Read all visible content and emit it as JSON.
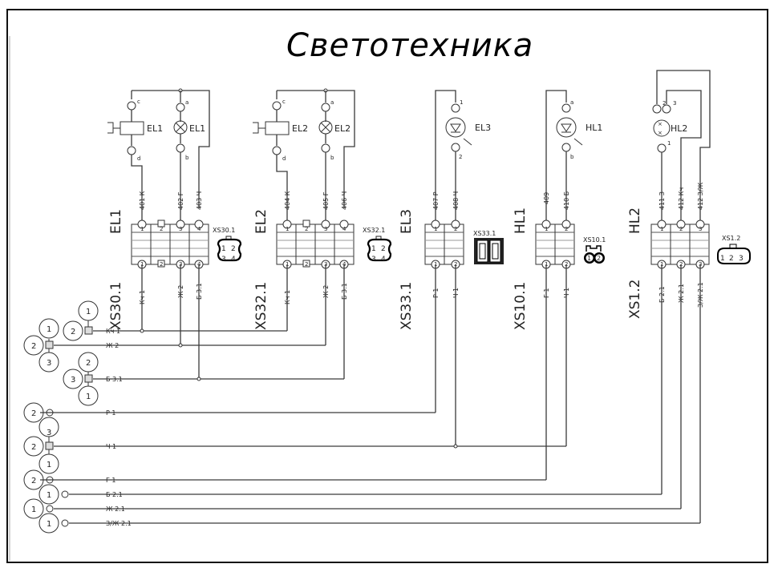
{
  "title": "Светотехника",
  "groups": [
    {
      "id": "EL1",
      "side_label": "EL1",
      "bottom_label": "XS30.1",
      "connector_label": "XS30.1",
      "connector_pins": [
        "1",
        "2",
        "3",
        "4"
      ],
      "pins_top": [
        "1",
        "2",
        "3",
        "4"
      ],
      "pins_bottom": [
        "1",
        "2",
        "3",
        "4"
      ],
      "relay_label": "EL1",
      "lamp_label": "EL1",
      "relay_terminals": [
        "c",
        "d"
      ],
      "lamp_terminals": [
        "a",
        "b"
      ],
      "wires_top": [
        "401 К",
        "402 Г",
        "403 Ч"
      ],
      "wires_bottom": [
        "Кч 1",
        "Ж 2",
        "Б 3.1"
      ]
    },
    {
      "id": "EL2",
      "side_label": "EL2",
      "bottom_label": "XS32.1",
      "connector_label": "XS32.1",
      "connector_pins": [
        "1",
        "2",
        "3",
        "4"
      ],
      "pins_top": [
        "1",
        "2",
        "3",
        "4"
      ],
      "pins_bottom": [
        "1",
        "2",
        "3",
        "4"
      ],
      "relay_label": "EL2",
      "lamp_label": "EL2",
      "relay_terminals": [
        "c",
        "d"
      ],
      "lamp_terminals": [
        "a",
        "b"
      ],
      "wires_top": [
        "404 К",
        "405 Г",
        "406 Ч"
      ],
      "wires_bottom": [
        "Кч 1",
        "Ж 2",
        "Б 3.1"
      ]
    },
    {
      "id": "EL3",
      "side_label": "EL3",
      "bottom_label": "XS33.1",
      "connector_label": "XS33.1",
      "pins_top": [
        "1",
        "2"
      ],
      "pins_bottom": [
        "1",
        "2"
      ],
      "lamp_label": "EL3",
      "lamp_terminals": [
        "1",
        "2"
      ],
      "wires_top": [
        "407 Р",
        "408 Ч"
      ],
      "wires_bottom": [
        "Р 1",
        "Ч 1"
      ]
    },
    {
      "id": "HL1",
      "side_label": "HL1",
      "bottom_label": "XS10.1",
      "connector_label": "XS10.1",
      "connector_pins": [
        "1",
        "2"
      ],
      "pins_top": [
        "1",
        "2"
      ],
      "pins_bottom": [
        "1",
        "2"
      ],
      "lamp_label": "HL1",
      "lamp_terminals": [
        "a",
        "b"
      ],
      "wires_top": [
        "409",
        "410 Б"
      ],
      "wires_bottom": [
        "Г 1",
        "Ч 1"
      ]
    },
    {
      "id": "HL2",
      "side_label": "HL2",
      "bottom_label": "XS1.2",
      "connector_label": "XS1.2",
      "connector_pins": [
        "1",
        "2",
        "3"
      ],
      "pins_top": [
        "1",
        "2",
        "3"
      ],
      "pins_bottom": [
        "1",
        "2",
        "3"
      ],
      "lamp_label": "HL2",
      "lamp_terminals": [
        "2",
        "3",
        "1"
      ],
      "wires_top": [
        "411 З",
        "412 Кч",
        "412 З/Ж"
      ],
      "wires_bottom": [
        "Б 2.1",
        "Ж 2.1",
        "З/Ж 2.1"
      ]
    }
  ],
  "harness_lines": [
    {
      "label": "Кч 1",
      "junction": [
        "2",
        "1"
      ]
    },
    {
      "label": "Ж 2",
      "junction": [
        "2",
        "1",
        "3"
      ]
    },
    {
      "label": "Б 3.1",
      "junction": [
        "3",
        "2",
        "1"
      ]
    },
    {
      "label": "Р 1",
      "junction": [
        "2"
      ]
    },
    {
      "label": "Ч 1",
      "junction": [
        "2",
        "3",
        "1"
      ]
    },
    {
      "label": "Г 1",
      "junction": [
        "2"
      ]
    },
    {
      "label": "Б 2.1",
      "junction": [
        "1"
      ]
    },
    {
      "label": "Ж 2.1",
      "junction": [
        "1"
      ]
    },
    {
      "label": "З/Ж 2.1",
      "junction": [
        "1"
      ]
    }
  ]
}
